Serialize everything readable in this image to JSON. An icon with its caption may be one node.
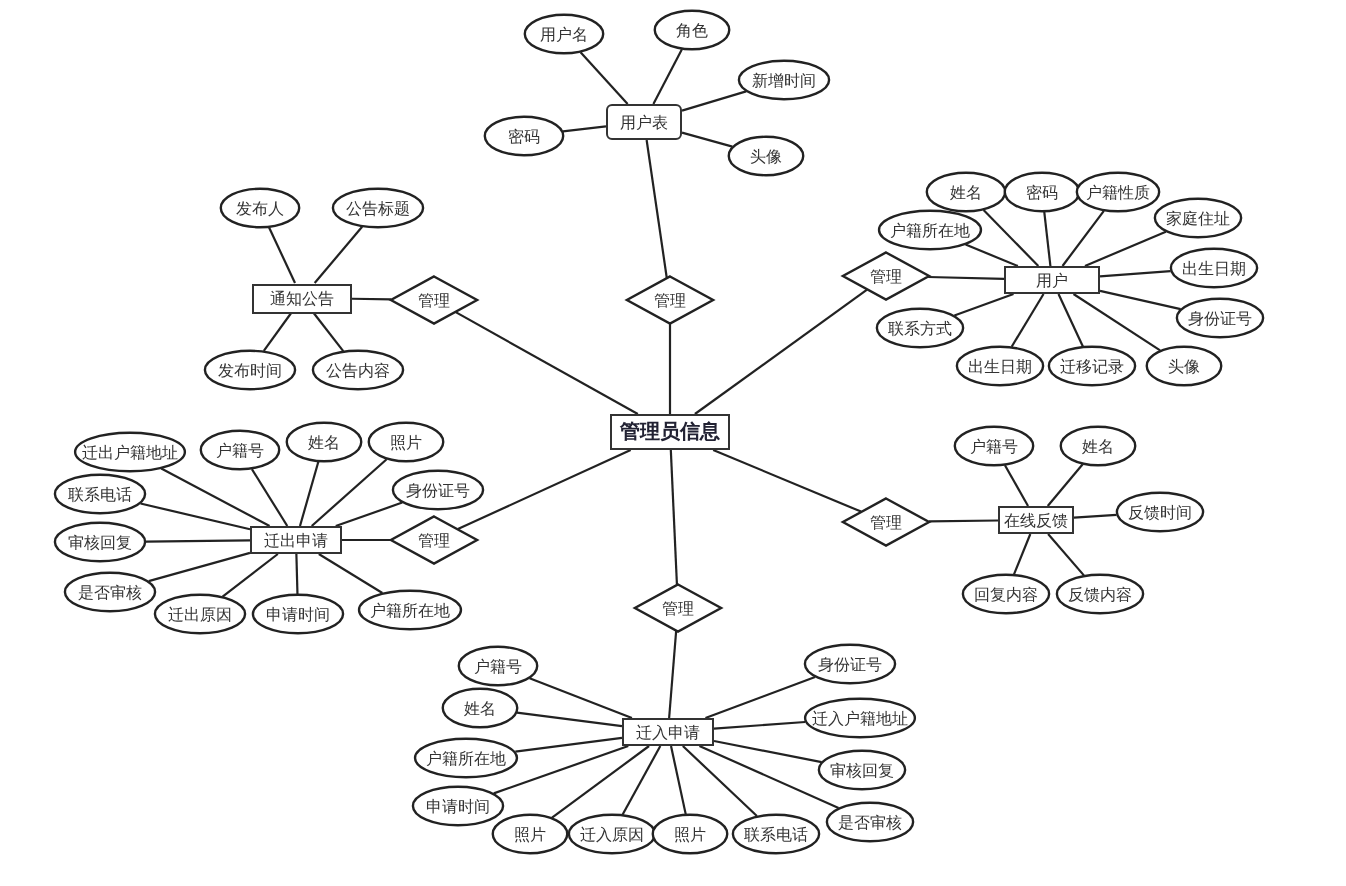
{
  "diagram": {
    "nodes": [
      {
        "text": [
          "管理员信息"
        ]
      },
      {
        "text": [
          "用户表"
        ]
      },
      {
        "text": [
          "用户名"
        ]
      },
      {
        "text": [
          "角色"
        ]
      },
      {
        "text": [
          "新增时间"
        ]
      },
      {
        "text": [
          "密码"
        ]
      },
      {
        "text": [
          "头像"
        ]
      },
      {
        "text": [
          "管理"
        ]
      },
      {
        "text": [
          "通知公告"
        ]
      },
      {
        "text": [
          "发布人"
        ]
      },
      {
        "text": [
          "公告标题"
        ]
      },
      {
        "text": [
          "发布时间"
        ]
      },
      {
        "text": [
          "公告内容"
        ]
      },
      {
        "text": [
          "管理"
        ]
      },
      {
        "text": [
          "用户"
        ]
      },
      {
        "text": [
          "姓名"
        ]
      },
      {
        "text": [
          "密码"
        ]
      },
      {
        "text": [
          "户籍性质"
        ]
      },
      {
        "text": [
          "户籍所在地"
        ]
      },
      {
        "text": [
          "家庭住址"
        ]
      },
      {
        "text": [
          "出生日期"
        ]
      },
      {
        "text": [
          "身份证号"
        ]
      },
      {
        "text": [
          "联系方式"
        ]
      },
      {
        "text": [
          "出生日期"
        ]
      },
      {
        "text": [
          "迁移记录"
        ]
      },
      {
        "text": [
          "头像"
        ]
      },
      {
        "text": [
          "管理"
        ]
      },
      {
        "text": [
          "迁出申请"
        ]
      },
      {
        "text": [
          "迁出户籍地址"
        ]
      },
      {
        "text": [
          "户籍号"
        ]
      },
      {
        "text": [
          "姓名"
        ]
      },
      {
        "text": [
          "照片"
        ]
      },
      {
        "text": [
          "身份证号"
        ]
      },
      {
        "text": [
          "联系电话"
        ]
      },
      {
        "text": [
          "审核回复"
        ]
      },
      {
        "text": [
          "是否审核"
        ]
      },
      {
        "text": [
          "迁出原因"
        ]
      },
      {
        "text": [
          "申请时间"
        ]
      },
      {
        "text": [
          "户籍所在地"
        ]
      },
      {
        "text": [
          "管理"
        ]
      },
      {
        "text": [
          "在线反馈"
        ]
      },
      {
        "text": [
          "户籍号"
        ]
      },
      {
        "text": [
          "姓名"
        ]
      },
      {
        "text": [
          "反馈时间"
        ]
      },
      {
        "text": [
          "回复内容"
        ]
      },
      {
        "text": [
          "反馈内容"
        ]
      },
      {
        "text": [
          "管理"
        ]
      },
      {
        "text": [
          "迁入申请"
        ]
      },
      {
        "text": [
          "管理"
        ]
      },
      {
        "text": [
          "户籍号"
        ]
      },
      {
        "text": [
          "姓名"
        ]
      },
      {
        "text": [
          "户籍所在地"
        ]
      },
      {
        "text": [
          "申请时间"
        ]
      },
      {
        "text": [
          "照片"
        ]
      },
      {
        "text": [
          "迁入原因"
        ]
      },
      {
        "text": [
          "照片"
        ]
      },
      {
        "text": [
          "联系电话"
        ]
      },
      {
        "text": [
          "身份证号"
        ]
      },
      {
        "text": [
          "迁入户籍地址"
        ]
      },
      {
        "text": [
          "审核回复"
        ]
      },
      {
        "text": [
          "是否审核"
        ]
      }
    ],
    "edges": [
      {
        "from": 1,
        "to": 2,
        "arrow": "none"
      },
      {
        "from": 1,
        "to": 3,
        "arrow": "none"
      },
      {
        "from": 1,
        "to": 4,
        "arrow": "none"
      },
      {
        "from": 1,
        "to": 5,
        "arrow": "none"
      },
      {
        "from": 1,
        "to": 6,
        "arrow": "none"
      },
      {
        "from": 1,
        "to": 7,
        "arrow": "none"
      },
      {
        "from": 7,
        "to": 0,
        "arrow": "none"
      },
      {
        "from": 8,
        "to": 9,
        "arrow": "none"
      },
      {
        "from": 8,
        "to": 10,
        "arrow": "none"
      },
      {
        "from": 8,
        "to": 11,
        "arrow": "none"
      },
      {
        "from": 8,
        "to": 12,
        "arrow": "none"
      },
      {
        "from": 8,
        "to": 13,
        "arrow": "none"
      },
      {
        "from": 13,
        "to": 0,
        "arrow": "none"
      },
      {
        "from": 14,
        "to": 15,
        "arrow": "none"
      },
      {
        "from": 14,
        "to": 16,
        "arrow": "none"
      },
      {
        "from": 14,
        "to": 17,
        "arrow": "none"
      },
      {
        "from": 14,
        "to": 18,
        "arrow": "none"
      },
      {
        "from": 14,
        "to": 19,
        "arrow": "none"
      },
      {
        "from": 14,
        "to": 20,
        "arrow": "none"
      },
      {
        "from": 14,
        "to": 21,
        "arrow": "none"
      },
      {
        "from": 14,
        "to": 22,
        "arrow": "none"
      },
      {
        "from": 14,
        "to": 23,
        "arrow": "none"
      },
      {
        "from": 14,
        "to": 24,
        "arrow": "none"
      },
      {
        "from": 14,
        "to": 25,
        "arrow": "none"
      },
      {
        "from": 14,
        "to": 26,
        "arrow": "none"
      },
      {
        "from": 26,
        "to": 0,
        "arrow": "none"
      },
      {
        "from": 27,
        "to": 28,
        "arrow": "none"
      },
      {
        "from": 27,
        "to": 29,
        "arrow": "none"
      },
      {
        "from": 27,
        "to": 30,
        "arrow": "none"
      },
      {
        "from": 27,
        "to": 31,
        "arrow": "none"
      },
      {
        "from": 27,
        "to": 32,
        "arrow": "none"
      },
      {
        "from": 27,
        "to": 33,
        "arrow": "none"
      },
      {
        "from": 27,
        "to": 34,
        "arrow": "none"
      },
      {
        "from": 27,
        "to": 35,
        "arrow": "none"
      },
      {
        "from": 27,
        "to": 36,
        "arrow": "none"
      },
      {
        "from": 27,
        "to": 37,
        "arrow": "none"
      },
      {
        "from": 27,
        "to": 38,
        "arrow": "none"
      },
      {
        "from": 27,
        "to": 39,
        "arrow": "none"
      },
      {
        "from": 39,
        "to": 0,
        "arrow": "none"
      },
      {
        "from": 40,
        "to": 41,
        "arrow": "none"
      },
      {
        "from": 40,
        "to": 42,
        "arrow": "none"
      },
      {
        "from": 40,
        "to": 43,
        "arrow": "none"
      },
      {
        "from": 40,
        "to": 44,
        "arrow": "none"
      },
      {
        "from": 40,
        "to": 45,
        "arrow": "none"
      },
      {
        "from": 40,
        "to": 46,
        "arrow": "none"
      },
      {
        "from": 46,
        "to": 0,
        "arrow": "none"
      },
      {
        "from": 47,
        "to": 48,
        "arrow": "none"
      },
      {
        "from": 48,
        "to": 0,
        "arrow": "none"
      },
      {
        "from": 47,
        "to": 49,
        "arrow": "none"
      },
      {
        "from": 47,
        "to": 50,
        "arrow": "none"
      },
      {
        "from": 47,
        "to": 51,
        "arrow": "none"
      },
      {
        "from": 47,
        "to": 52,
        "arrow": "none"
      },
      {
        "from": 47,
        "to": 53,
        "arrow": "none"
      },
      {
        "from": 47,
        "to": 54,
        "arrow": "none"
      },
      {
        "from": 47,
        "to": 55,
        "arrow": "none"
      },
      {
        "from": 47,
        "to": 56,
        "arrow": "none"
      },
      {
        "from": 47,
        "to": 57,
        "arrow": "none"
      },
      {
        "from": 47,
        "to": 58,
        "arrow": "none"
      },
      {
        "from": 47,
        "to": 59,
        "arrow": "none"
      },
      {
        "from": 47,
        "to": 60,
        "arrow": "none"
      }
    ]
  }
}
